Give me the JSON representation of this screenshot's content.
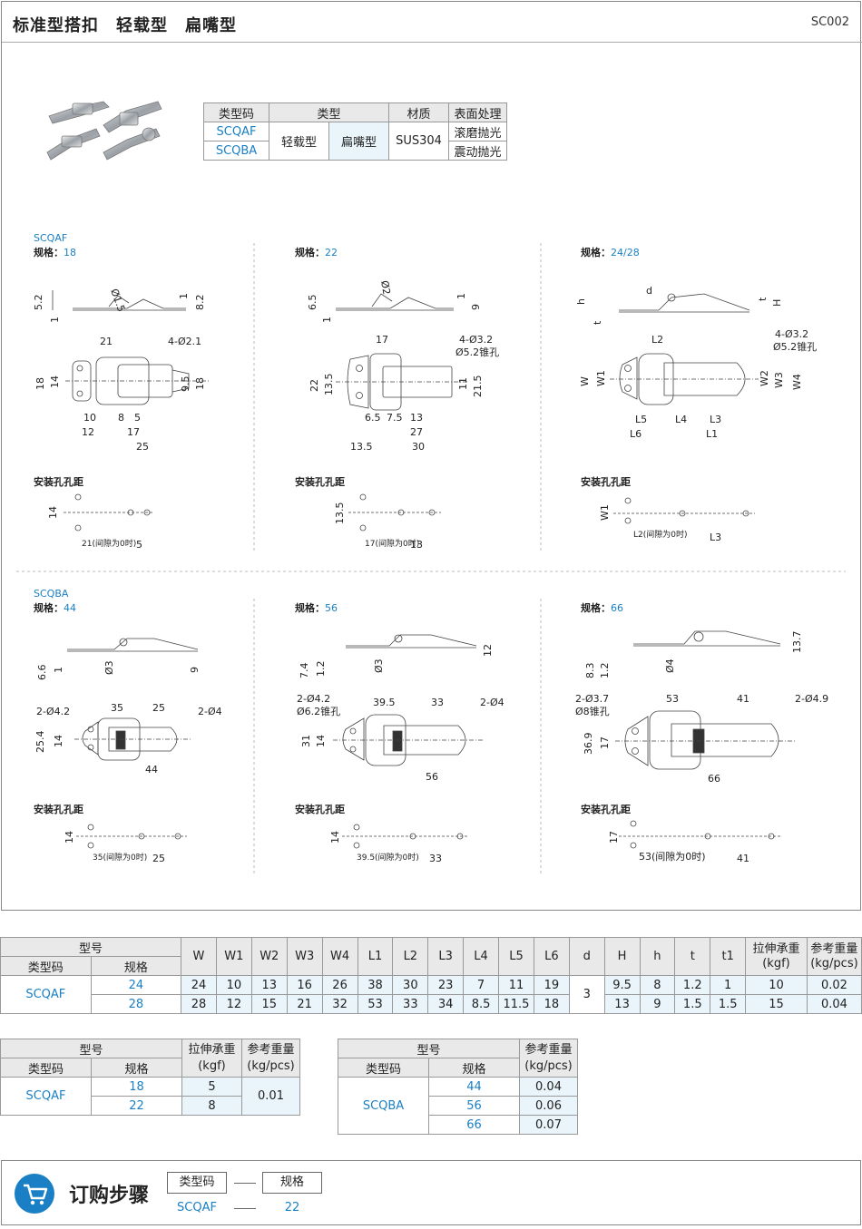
{
  "header": {
    "title": "标准型搭扣　轻载型　扁嘴型",
    "code": "SC002"
  },
  "type_table": {
    "headers": [
      "类型码",
      "类型",
      "材质",
      "表面处理"
    ],
    "codes": [
      "SCQAF",
      "SCQBA"
    ],
    "type1": "轻载型",
    "type2": "扁嘴型",
    "material": "SUS304",
    "finishes": [
      "滚磨抛光",
      "震动抛光"
    ]
  },
  "sections": {
    "scqaf_code": "SCQAF",
    "scqba_code": "SCQBA",
    "spec_key": "规格：",
    "install_label": "安装孔孔距",
    "specs": [
      "18",
      "22",
      "24/28",
      "44",
      "56",
      "66"
    ]
  },
  "drawings": {
    "d18": {
      "side": [
        "5.2",
        "1",
        "Ø1.5",
        "1",
        "8.2"
      ],
      "top": [
        "21",
        "4-Ø2.1",
        "18",
        "14",
        "9.5",
        "18",
        "10",
        "8",
        "5",
        "12",
        "17",
        "25"
      ],
      "install": [
        "14",
        "21(间隙为0时)",
        "5"
      ]
    },
    "d22": {
      "side": [
        "6.5",
        "1",
        "Ø2",
        "1",
        "9"
      ],
      "top": [
        "17",
        "4-Ø3.2",
        "Ø5.2锥孔",
        "22",
        "13.5",
        "11",
        "21.5",
        "6.5",
        "7.5",
        "13",
        "27",
        "13.5",
        "30"
      ],
      "install": [
        "13.5",
        "17(间隙为0时)",
        "13"
      ]
    },
    "d24": {
      "side": [
        "h",
        "t",
        "d",
        "t",
        "H"
      ],
      "top": [
        "L2",
        "4-Ø3.2",
        "Ø5.2锥孔",
        "W",
        "W1",
        "W2",
        "W3",
        "W4",
        "L5",
        "L4",
        "L3",
        "L6",
        "L1"
      ],
      "install": [
        "W1",
        "L2(间隙为0时)",
        "L3"
      ]
    },
    "d44": {
      "side": [
        "6.6",
        "1",
        "Ø3",
        "9"
      ],
      "top": [
        "2-Ø4.2",
        "35",
        "25",
        "2-Ø4",
        "25.4",
        "14",
        "44"
      ],
      "install": [
        "14",
        "35(间隙为0时)",
        "25"
      ]
    },
    "d56": {
      "side": [
        "7.4",
        "1.2",
        "Ø3",
        "12"
      ],
      "top": [
        "2-Ø4.2",
        "Ø6.2锥孔",
        "39.5",
        "33",
        "2-Ø4",
        "31",
        "14",
        "56"
      ],
      "install": [
        "14",
        "39.5(间隙为0时)",
        "33"
      ]
    },
    "d66": {
      "side": [
        "8.3",
        "1.2",
        "Ø4",
        "13.7"
      ],
      "top": [
        "2-Ø3.7",
        "Ø8锥孔",
        "53",
        "41",
        "2-Ø4.9",
        "36.9",
        "17",
        "66"
      ],
      "install": [
        "17",
        "53(间隙为0时)",
        "41"
      ]
    }
  },
  "dims_table": {
    "group_header": "型号",
    "sub_headers": [
      "类型码",
      "规格"
    ],
    "columns": [
      "W",
      "W1",
      "W2",
      "W3",
      "W4",
      "L1",
      "L2",
      "L3",
      "L4",
      "L5",
      "L6",
      "d",
      "H",
      "h",
      "t",
      "t1"
    ],
    "load_header": "拉伸承重(kgf)",
    "weight_header": "参考重量(kg/pcs)",
    "code": "SCQAF",
    "rows": [
      {
        "spec": "24",
        "vals": [
          "24",
          "10",
          "13",
          "16",
          "26",
          "38",
          "30",
          "23",
          "7",
          "11",
          "19"
        ],
        "H": "9.5",
        "h": "8",
        "t": "1.2",
        "t1": "1",
        "load": "10",
        "weight": "0.02"
      },
      {
        "spec": "28",
        "vals": [
          "28",
          "12",
          "15",
          "21",
          "32",
          "53",
          "33",
          "34",
          "8.5",
          "11.5",
          "18"
        ],
        "H": "13",
        "h": "9",
        "t": "1.5",
        "t1": "1.5",
        "load": "15",
        "weight": "0.04"
      }
    ],
    "d_value": "3"
  },
  "table2": {
    "group_header": "型号",
    "sub_headers": [
      "类型码",
      "规格"
    ],
    "load_header": "拉伸承重(kgf)",
    "weight_header": "参考重量(kg/pcs)",
    "code": "SCQAF",
    "specs": [
      "18",
      "22"
    ],
    "loads": [
      "5",
      "8"
    ],
    "weight": "0.01"
  },
  "table3": {
    "group_header": "型号",
    "sub_headers": [
      "类型码",
      "规格"
    ],
    "weight_header": "参考重量(kg/pcs)",
    "code": "SCQBA",
    "specs": [
      "44",
      "56",
      "66"
    ],
    "weights": [
      "0.04",
      "0.06",
      "0.07"
    ]
  },
  "order": {
    "title": "订购步骤",
    "head1": "类型码",
    "head2": "规格",
    "val1": "SCQAF",
    "val2": "22"
  }
}
